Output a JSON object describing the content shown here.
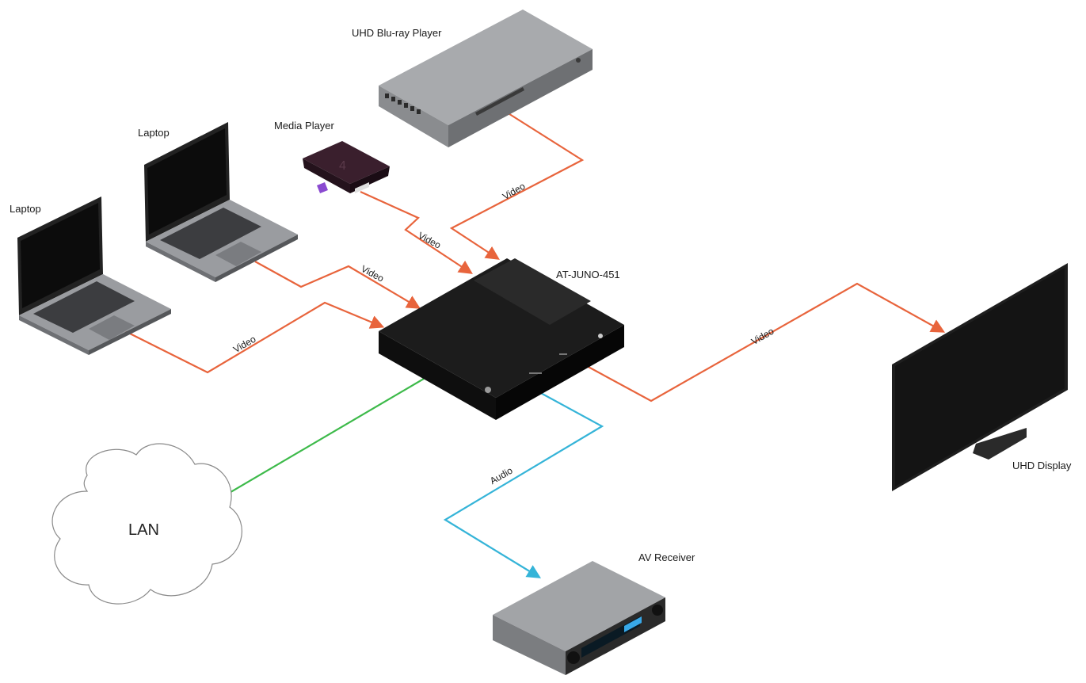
{
  "devices": {
    "bluray": "UHD Blu-ray Player",
    "media_player": "Media Player",
    "laptop_1": "Laptop",
    "laptop_2": "Laptop",
    "switcher": "AT-JUNO-451",
    "display": "UHD Display",
    "receiver": "AV Receiver",
    "lan": "LAN"
  },
  "cables": {
    "bluray_video": "Video",
    "media_video": "Video",
    "laptop1_video": "Video",
    "laptop2_video": "Video",
    "display_video": "Video",
    "receiver_audio": "Audio"
  },
  "colors": {
    "video": "#e8643c",
    "audio": "#35b4d8",
    "network": "#3dba4a"
  }
}
